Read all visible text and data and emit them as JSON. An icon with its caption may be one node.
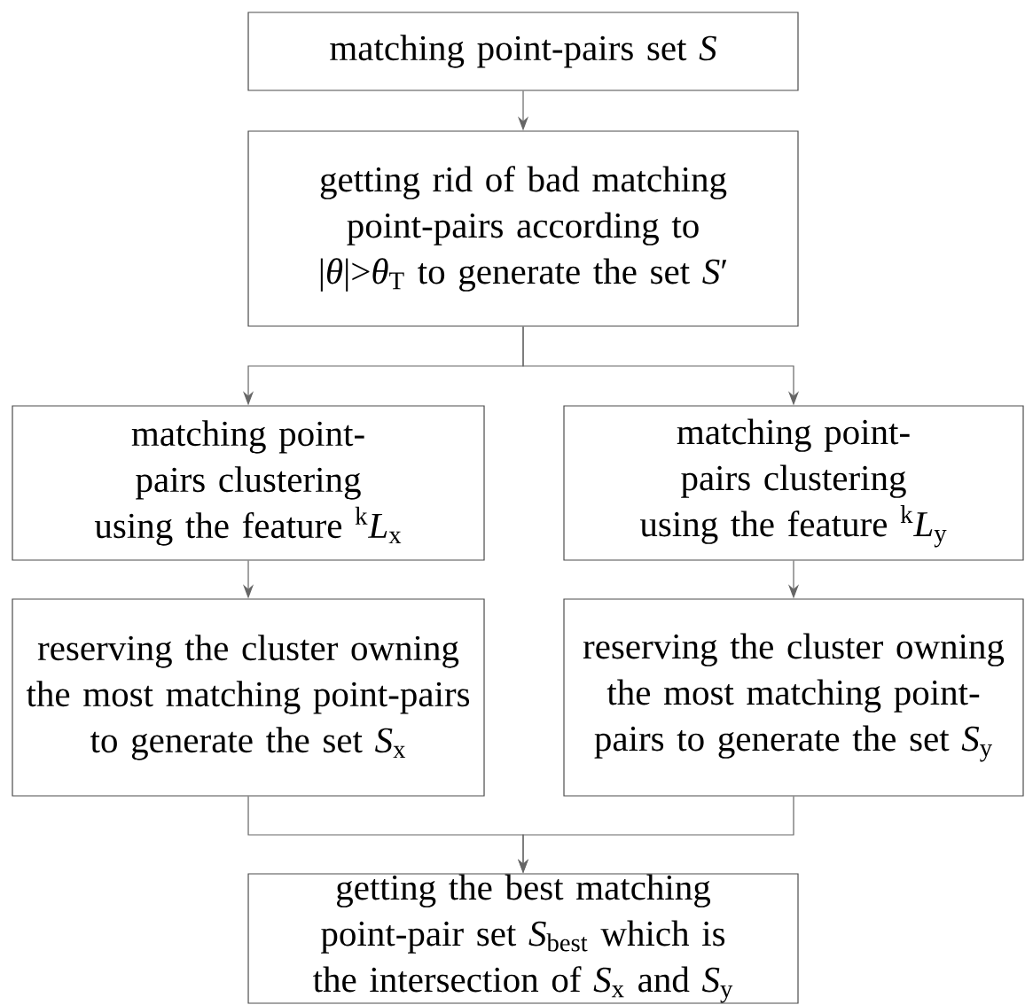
{
  "diagram": {
    "nodes": [
      {
        "text": [
          "matching point-pairs set *S*"
        ]
      },
      {
        "text": [
          "getting rid of bad matching point-pairs according to |*θ*|>*θ*$_{T}$ to generate the set *S*′"
        ]
      },
      {
        "text": [
          "matching point-pairs clustering using the feature $^{k}$*L*$_{x}$"
        ]
      },
      {
        "text": [
          "matching point-pairs clustering using the feature $^{k}$*L*$_{y}$"
        ]
      },
      {
        "text": [
          "reserving the cluster owning the most matching point-pairs to generate the set *S*$_{x}$"
        ]
      },
      {
        "text": [
          "reserving the cluster owning the most matching point-pairs to generate the set *S*$_{y}$"
        ]
      },
      {
        "text": [
          "getting the best matching point-pair set *S*$_{best}$ which is the intersection of *S*$_{x}$ and *S*$_{y}$"
        ]
      }
    ],
    "edges": [
      {
        "from": 0,
        "to": 1,
        "arrow": "to"
      },
      {
        "from": 1,
        "to": 2,
        "arrow": "to"
      },
      {
        "from": 1,
        "to": 3,
        "arrow": "to"
      },
      {
        "from": 2,
        "to": 4,
        "arrow": "to"
      },
      {
        "from": 3,
        "to": 5,
        "arrow": "to"
      },
      {
        "from": 4,
        "to": 6,
        "arrow": "to"
      },
      {
        "from": 5,
        "to": 6,
        "arrow": "to"
      }
    ]
  }
}
